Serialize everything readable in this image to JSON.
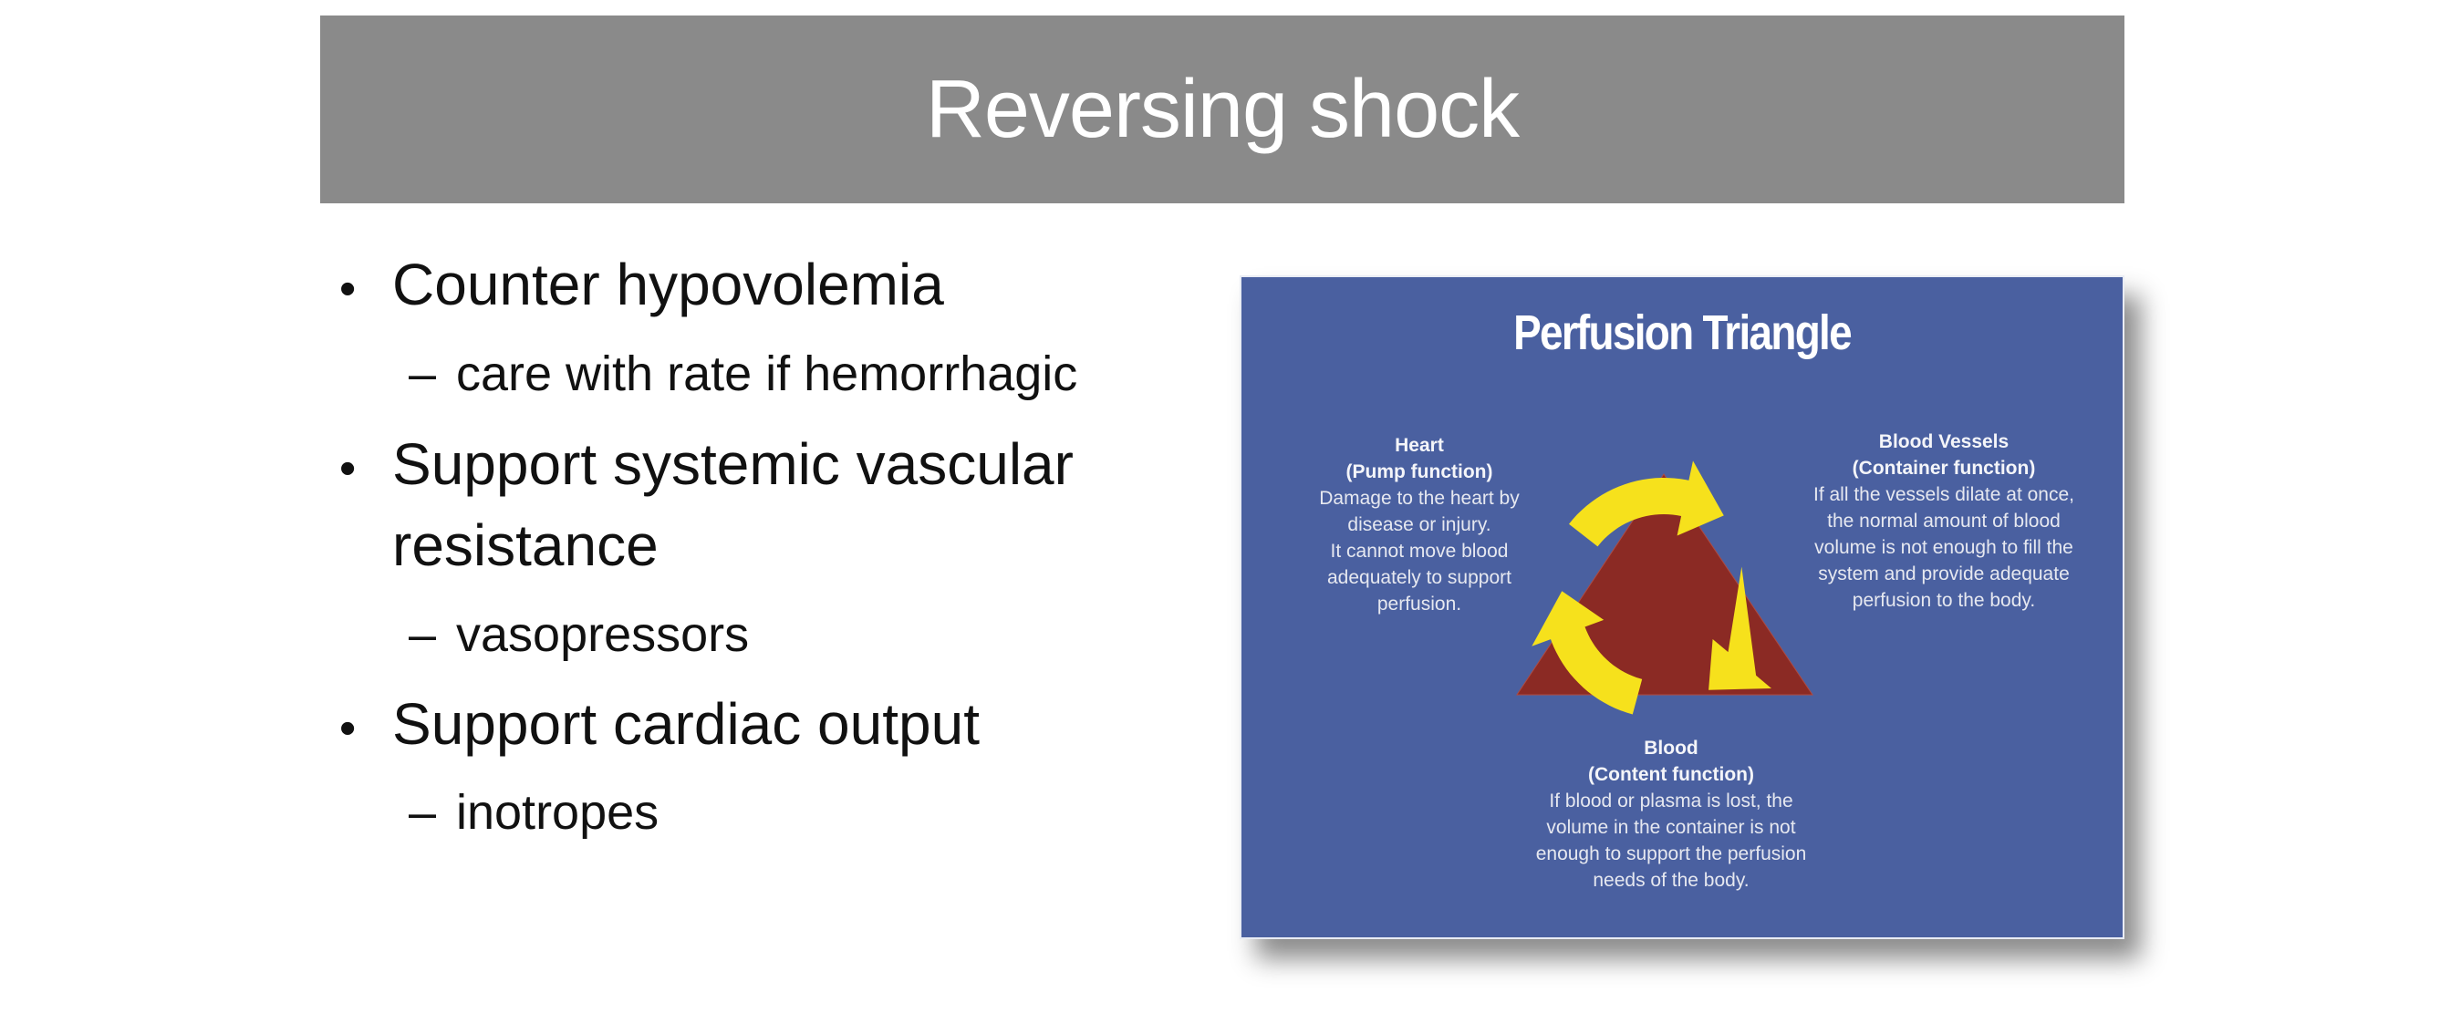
{
  "slide": {
    "title": "Reversing shock",
    "bullets": [
      {
        "level": 1,
        "marker": "•",
        "text": "Counter hypovolemia"
      },
      {
        "level": 2,
        "marker": "–",
        "text": "care with rate if hemorrhagic"
      },
      {
        "level": 1,
        "marker": "•",
        "text": "Support systemic vascular"
      },
      {
        "level": 1,
        "marker": "",
        "text": "resistance"
      },
      {
        "level": 2,
        "marker": "–",
        "text": "vasopressors"
      },
      {
        "level": 1,
        "marker": "•",
        "text": "Support cardiac output"
      },
      {
        "level": 2,
        "marker": "–",
        "text": "inotropes"
      }
    ]
  },
  "figure": {
    "title": "Perfusion Triangle",
    "heart": {
      "heading": "Heart",
      "subheading": "(Pump function)",
      "lines": [
        "Damage to the heart by",
        "disease or injury.",
        "It cannot move blood",
        "adequately to support",
        "perfusion."
      ]
    },
    "vessels": {
      "heading": "Blood Vessels",
      "subheading": "(Container function)",
      "lines": [
        "If all the vessels dilate at once,",
        "the normal amount of blood",
        "volume is not enough to fill the",
        "system and provide adequate",
        "perfusion to the body."
      ]
    },
    "blood": {
      "heading": "Blood",
      "subheading": "(Content function)",
      "lines": [
        "If blood or plasma is lost, the",
        "volume in the container is not",
        "enough to support the perfusion",
        "needs of the body."
      ]
    },
    "colors": {
      "background": "#4a60a0",
      "triangle": "#8b2a24",
      "arrows": "#f6e11c"
    }
  }
}
